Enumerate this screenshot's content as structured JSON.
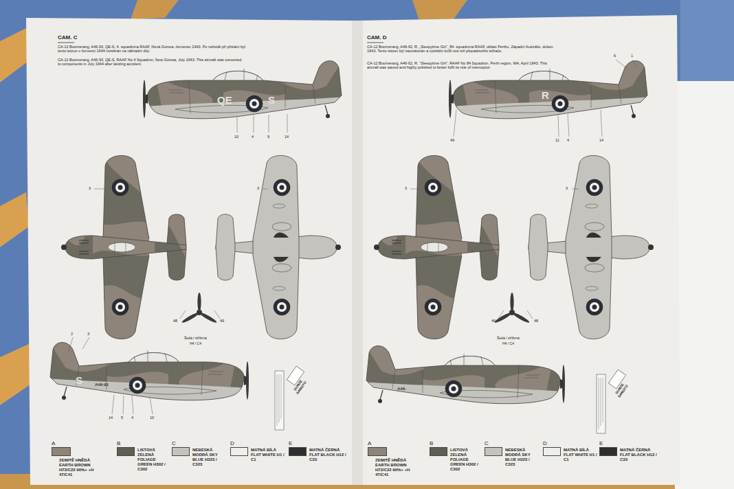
{
  "diagram": {
    "labels": [
      "CAM. C",
      "CA-12 Boomerang, A46-93, QE-S, 4. squadrona RAAF, Nová Guinea, červenec 1943. Po nehodě při přistání byl tento letoun v červenci 1944 rozebrán na náhradní díly.",
      "CA-12 Boomerang, A46-93, QE-S, RAAF No 4 Squadron, New Guinea, July 1943. This aircraft was converted to components in July 1944 after landing accident.",
      "10",
      "4",
      "9",
      "14",
      "QE",
      "S",
      "3",
      "3",
      "48",
      "49",
      "Šedá / stříbrná",
      "H4 / C4",
      "2",
      "3",
      "A46-93",
      "S",
      "14",
      "5",
      "4",
      "10",
      "GUNZE SANGYO",
      "A",
      "B",
      "C",
      "D",
      "E",
      "CAM. D",
      "CA-12 Boomerang, A46-62, R, „Sleepytime Girl“, 84. squadrona RAAF, oblast Perthu, Západní Austrálie, duben 1943. Tento letoun byl navoskován a vyleštěn kvůli své roli přepadového stíhače.",
      "CA-12 Boomerang, A46-62, R, “Sleepytime Girl”, RAAF No 84 Squadron, Perth region, WA, April 1943. This aircraft was waxed and highly polished to better fulfil its role of interceptor.",
      "6",
      "1",
      "R",
      "49",
      "11",
      "4",
      "14",
      "3",
      "3",
      "46",
      "48",
      "Šedá / stříbrná",
      "H4 / C4",
      "A46-",
      "GUNZE SANGYO",
      "A",
      "B",
      "C",
      "D",
      "E"
    ],
    "legend": [
      {
        "text": "ZEMITĚ HNĚDÁ EARTH BROWN H72/C22 90%+ +H 47/C41",
        "color": "#8f8479"
      },
      {
        "text": "LISTOVÁ ZELENÁ FOLIAGE GREEN H302 / C302",
        "color": "#5f5e55"
      },
      {
        "text": "NEBESKÁ MODRÁ SKY BLUE H323 / C323",
        "color": "#c4c3bd"
      },
      {
        "text": "MATNÁ BÍLÁ FLAT WHITE H1 / C1",
        "color": "#eeeeea"
      },
      {
        "text": "MATNÁ ČERNÁ FLAT BLACK H12 / C33",
        "color": "#2e2e2e"
      },
      {
        "text": "ZEMITĚ HNĚDÁ EARTH BROWN H72/C22 90%+ +H 47/C41",
        "color": "#8f8479"
      },
      {
        "text": "LISTOVÁ ZELENÁ FOLIAGE GREEN H302 / C302",
        "color": "#5f5e55"
      },
      {
        "text": "NEBESKÁ MODRÁ SKY BLUE H323 / C323",
        "color": "#c4c3bd"
      },
      {
        "text": "MATNÁ BÍLÁ FLAT WHITE H1 / C1",
        "color": "#eeeeea"
      },
      {
        "text": "MATNÁ ČERNÁ FLAT BLACK H12 / C33",
        "color": "#2e2e2e"
      }
    ]
  }
}
